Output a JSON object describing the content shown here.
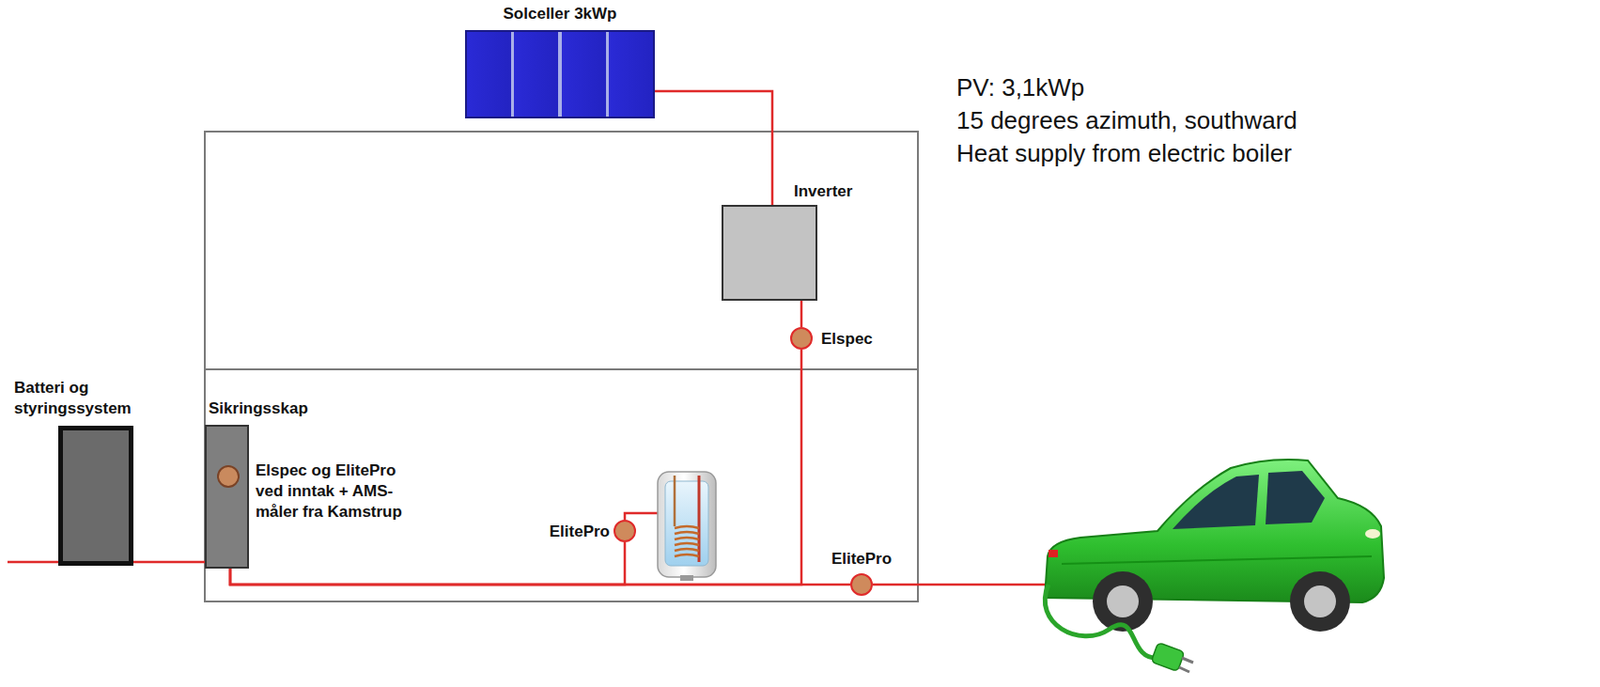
{
  "diagram": {
    "nodes": [
      {
        "text": [
          "Solceller 3kWp"
        ]
      },
      {
        "text": [
          "Inverter"
        ]
      },
      {
        "text": [
          "Elspec"
        ]
      },
      {
        "text": [
          "Batteri og styringssystem"
        ]
      },
      {
        "text": [
          "Sikringsskap",
          "Elspec og ElitePro ved inntak + AMS-måler fra Kamstrup"
        ]
      },
      {
        "text": [
          "ElitePro"
        ]
      },
      {
        "text": [
          "ElitePro"
        ]
      }
    ],
    "edges": [
      {
        "from": 0,
        "to": 1,
        "arrow": "none"
      },
      {
        "from": 1,
        "to": 2,
        "arrow": "none"
      },
      {
        "from": 3,
        "to": 4,
        "arrow": "none"
      },
      {
        "from": 4,
        "to": 2,
        "arrow": "none"
      },
      {
        "from": 4,
        "to": 5,
        "arrow": "none"
      },
      {
        "from": 4,
        "to": 6,
        "arrow": "none"
      }
    ],
    "labels": [
      "PV: 3,1kWp",
      "15 degrees azimuth, southward",
      "Heat supply from electric boiler"
    ]
  }
}
